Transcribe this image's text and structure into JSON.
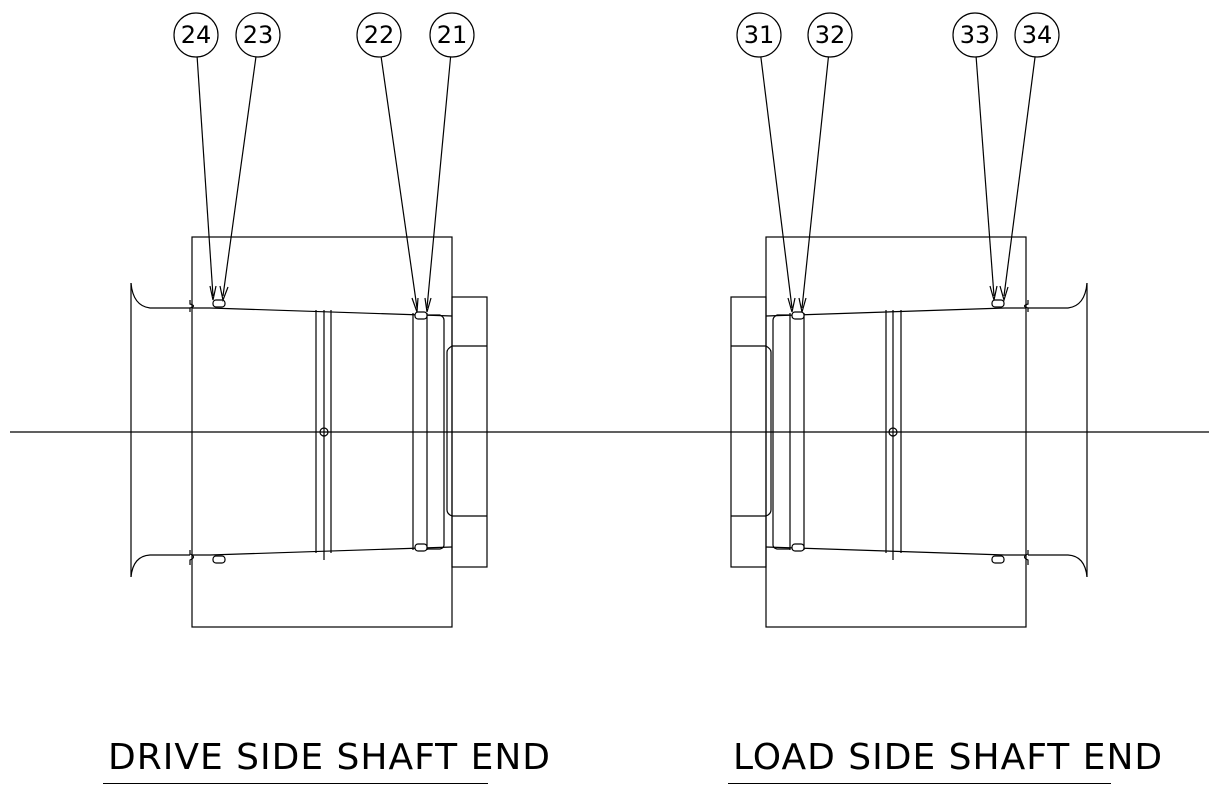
{
  "captions": {
    "drive": "DRIVE SIDE SHAFT END",
    "load": "LOAD SIDE SHAFT END"
  },
  "balloons": {
    "drive": [
      "24",
      "23",
      "22",
      "21"
    ],
    "load": [
      "31",
      "32",
      "33",
      "34"
    ]
  }
}
